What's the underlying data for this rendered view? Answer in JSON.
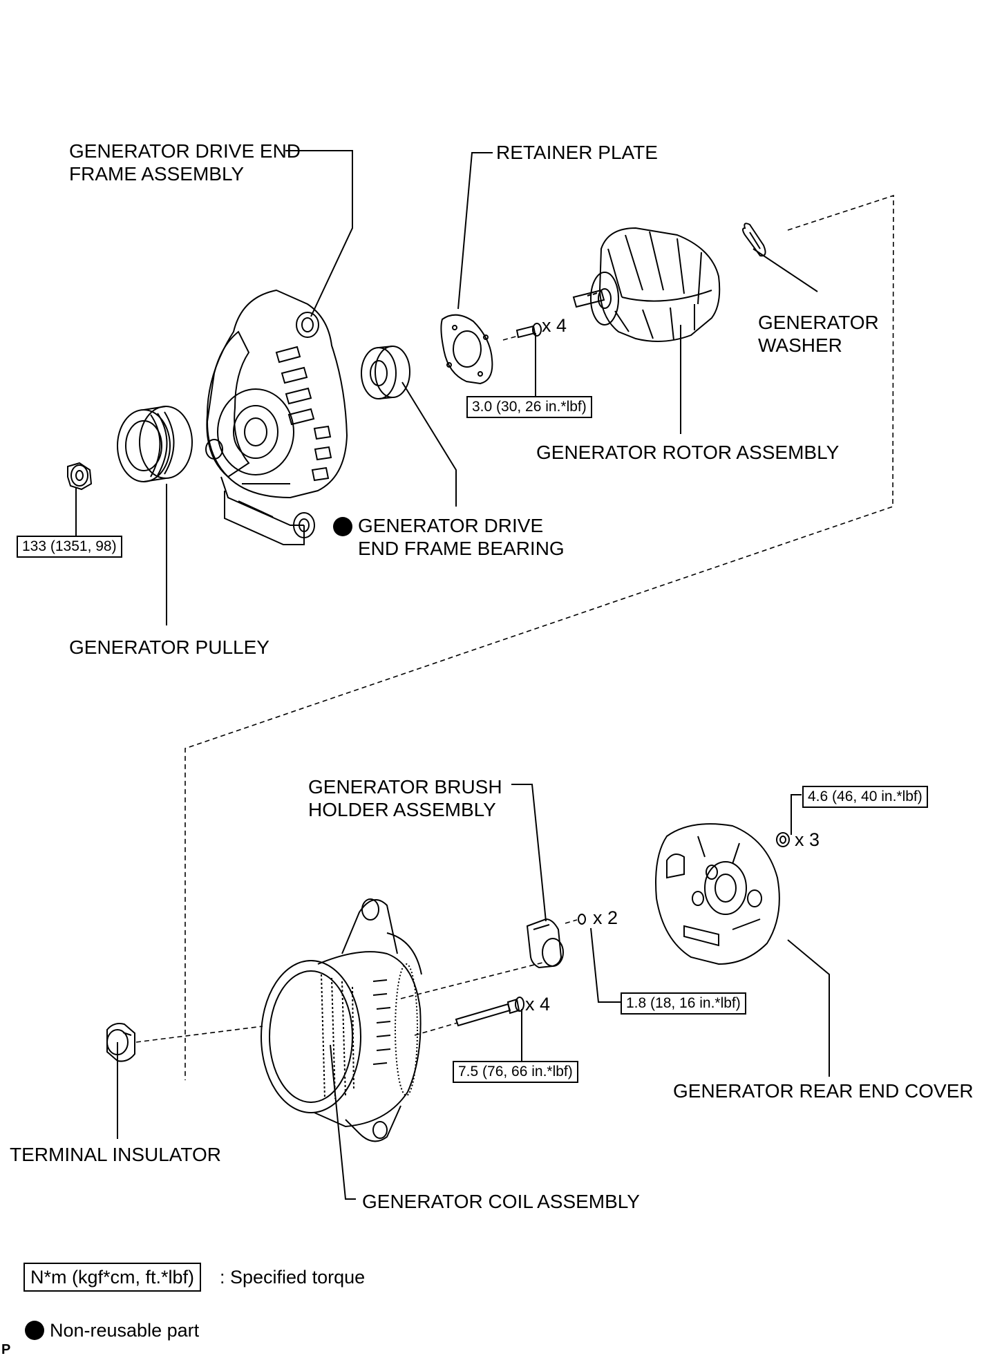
{
  "parts": {
    "drive_end_frame": [
      "GENERATOR DRIVE END",
      "FRAME ASSEMBLY"
    ],
    "retainer_plate": "RETAINER PLATE",
    "washer": [
      "GENERATOR",
      "WASHER"
    ],
    "rotor": "GENERATOR ROTOR ASSEMBLY",
    "bearing": [
      "GENERATOR DRIVE",
      "END FRAME BEARING"
    ],
    "pulley": "GENERATOR PULLEY",
    "brush_holder": [
      "GENERATOR BRUSH",
      "HOLDER ASSEMBLY"
    ],
    "rear_end_cover": "GENERATOR REAR END COVER",
    "terminal_insulator": "TERMINAL INSULATOR",
    "coil": "GENERATOR COIL ASSEMBLY"
  },
  "torques": {
    "retainer_bolt": "3.0 (30, 26 in.*lbf)",
    "pulley_nut": "133 (1351, 98)",
    "rear_cover_nut": "4.6 (46, 40 in.*lbf)",
    "brush_screw": "1.8 (18, 16 in.*lbf)",
    "through_bolt": "7.5 (76, 66 in.*lbf)"
  },
  "quantities": {
    "retainer_bolt": "x 4",
    "rear_cover_nut": "x 3",
    "brush_screw": "x 2",
    "through_bolt": "x 4"
  },
  "legend": {
    "torque_unit": "N*m (kgf*cm, ft.*lbf)",
    "torque_desc": ": Specified torque",
    "nonreusable": "Non-reusable part"
  },
  "footer_mark": "P"
}
